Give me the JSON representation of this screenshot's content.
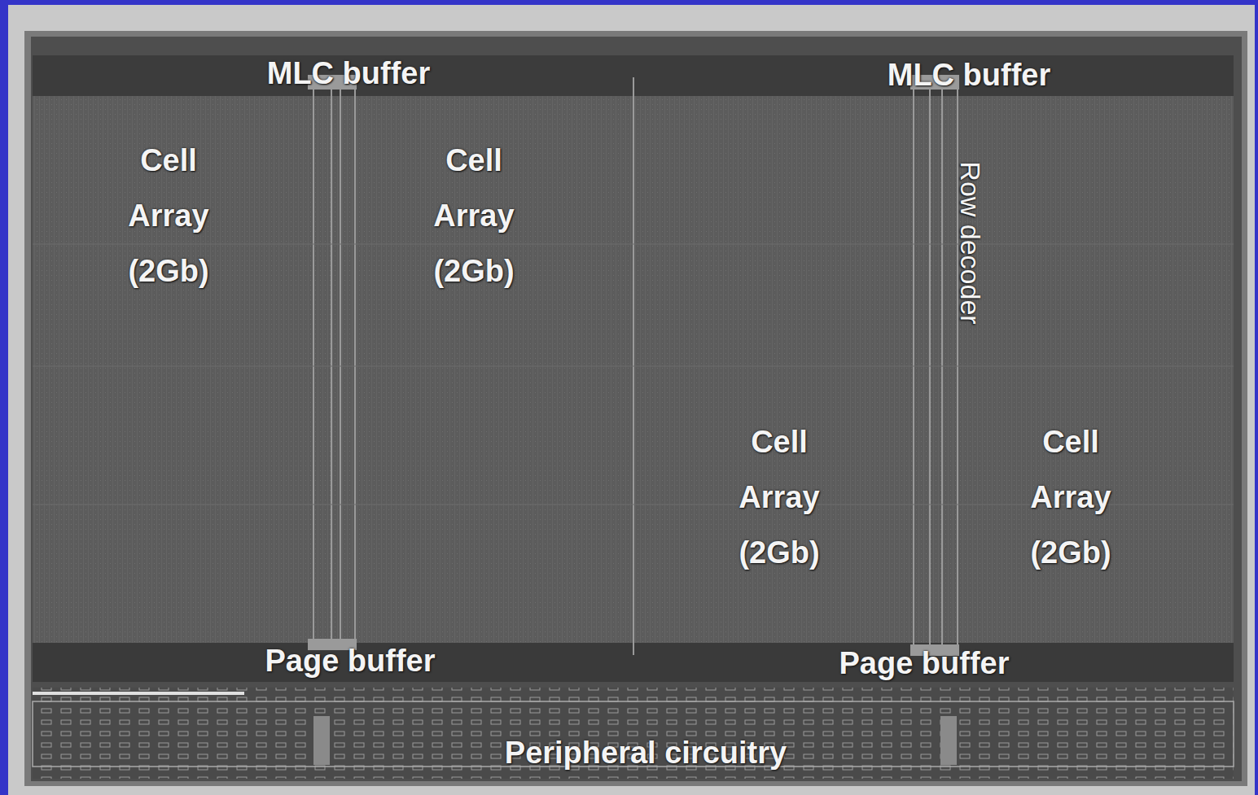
{
  "diagram": {
    "nodes": [
      {
        "text": [
          "MLC buffer"
        ]
      },
      {
        "text": [
          "MLC buffer"
        ]
      },
      {
        "text": [
          "Cell Array (2Gb)"
        ]
      },
      {
        "text": [
          "Cell Array (2Gb)"
        ]
      },
      {
        "text": [
          "Row decoder"
        ]
      },
      {
        "text": [
          "Cell Array (2Gb)"
        ]
      },
      {
        "text": [
          "Cell Array (2Gb)"
        ]
      },
      {
        "text": [
          "Page buffer"
        ]
      },
      {
        "text": [
          "Page buffer"
        ]
      },
      {
        "text": [
          "Peripheral circuitry"
        ]
      }
    ]
  }
}
